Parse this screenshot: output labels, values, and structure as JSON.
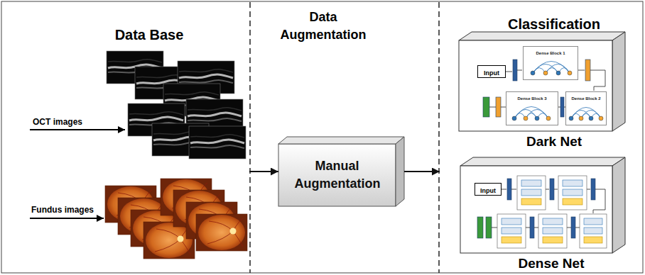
{
  "diagram": {
    "nodes": [
      {
        "text": [
          "Data Base"
        ]
      },
      {
        "text": [
          "Data Augmentation"
        ]
      },
      {
        "text": [
          "Manual Augmentation"
        ],
        "in": 1
      },
      {
        "text": [
          "Classification"
        ]
      },
      {
        "text": [
          "Dark Net"
        ],
        "in": 3
      },
      {
        "text": [
          "Input"
        ],
        "in": 4
      },
      {
        "text": [
          "Dense Block 1"
        ],
        "in": 4
      },
      {
        "text": [
          "Dense Block 3"
        ],
        "in": 4
      },
      {
        "text": [
          "Dense Block 2"
        ],
        "in": 4
      },
      {
        "text": [
          "Dense Net"
        ],
        "in": 3
      },
      {
        "text": [
          "Input"
        ],
        "in": 9
      }
    ],
    "edges": [
      {
        "from": 0,
        "to": 2,
        "arrow": "to"
      },
      {
        "from": 2,
        "to": 3,
        "arrow": "to"
      }
    ],
    "labels": [
      "OCT images",
      "Fundus images"
    ]
  }
}
